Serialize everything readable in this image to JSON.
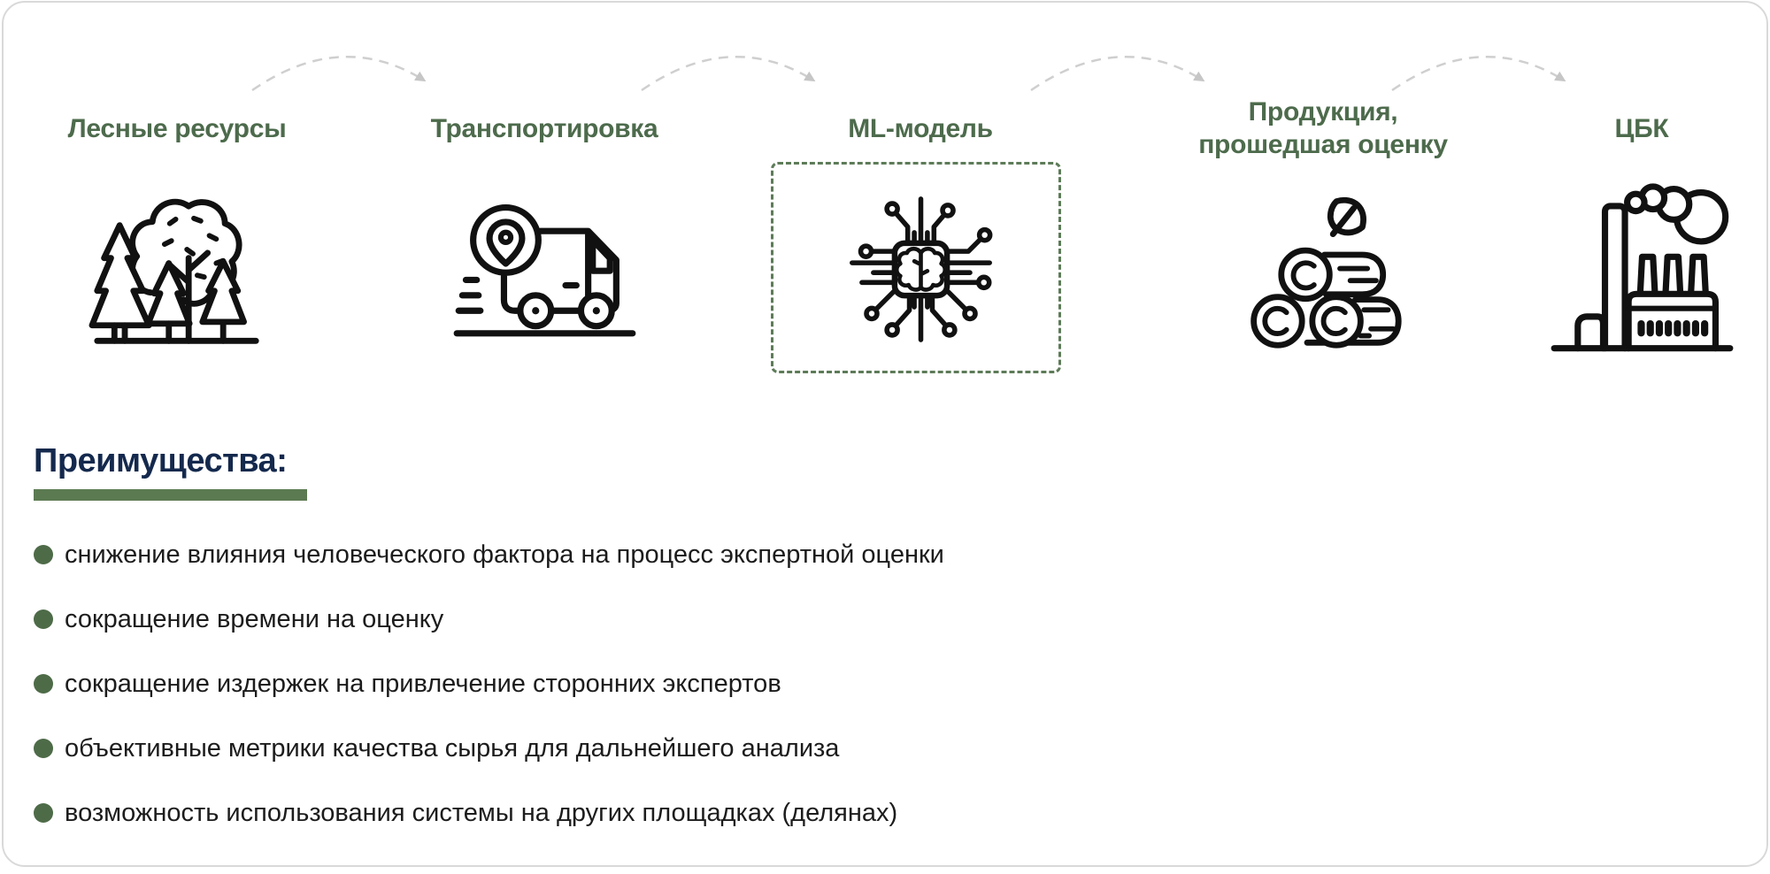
{
  "colors": {
    "stage_label_green": "#4d6b4c",
    "highlight_box_green": "#5d7b58",
    "title_navy": "#14294d",
    "underline_green": "#5c7a52",
    "bullet_green": "#4e6b48",
    "arrow_gray": "#cfcfcf",
    "icon_black": "#111111",
    "card_border": "#d9d9d9"
  },
  "process": {
    "stages": [
      {
        "label": "Лесные ресурсы",
        "icon": "forest-icon"
      },
      {
        "label": "Транспортировка",
        "icon": "truck-icon"
      },
      {
        "label": "ML-модель",
        "icon": "ml-chip-icon",
        "highlighted": true
      },
      {
        "label": "Продукция, прошедшая оценку",
        "icon": "logs-icon"
      },
      {
        "label": "ЦБК",
        "icon": "factory-icon"
      }
    ],
    "arrow_count": 4
  },
  "advantages": {
    "title": "Преимущества:",
    "items": [
      "снижение влияния человеческого фактора на процесс экспертной оценки",
      "сокращение времени на оценку",
      "сокращение издержек на привлечение сторонних экспертов",
      "объективные метрики качества сырья для дальнейшего анализа",
      "возможность использования системы на других площадках (делянах)"
    ]
  }
}
